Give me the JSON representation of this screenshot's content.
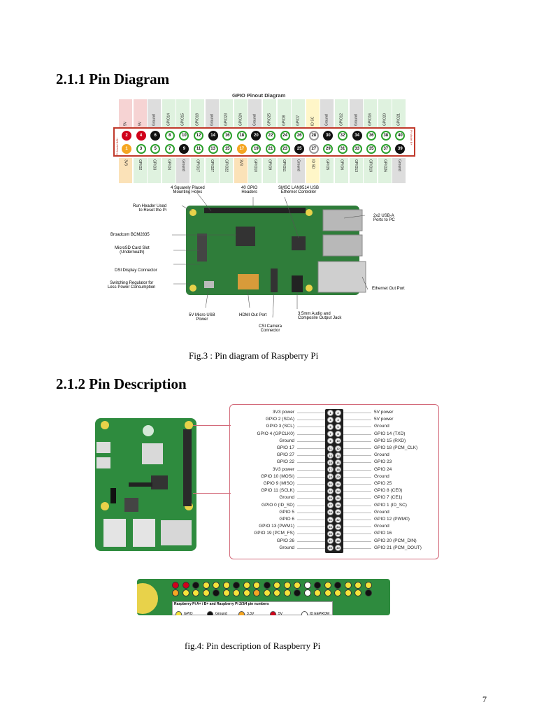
{
  "section1": {
    "heading": "2.1.1 Pin Diagram"
  },
  "fig3": {
    "title": "GPIO Pinout Diagram",
    "caption": "Fig.3 : Pin diagram of Raspberry Pi",
    "header_left_top": "Pi Model B/B+",
    "header_right_bottom": "Pi Model B+",
    "top_labels": [
      "5V",
      "5V",
      "Ground",
      "GPIO14",
      "GPIO15",
      "GPIO18",
      "Ground",
      "GPIO23",
      "GPIO24",
      "Ground",
      "GPIO25",
      "GPIO8",
      "GPIO7",
      "ID SC",
      "Ground",
      "GPIO12",
      "Ground",
      "GPIO16",
      "GPIO20",
      "GPIO21"
    ],
    "bottom_labels": [
      "3V3",
      "GPIO2",
      "GPIO3",
      "GPIO4",
      "Ground",
      "GPIO17",
      "GPIO27",
      "GPIO22",
      "3V3",
      "GPIO10",
      "GPIO9",
      "GPIO11",
      "Ground",
      "ID SD",
      "GPIO5",
      "GPIO6",
      "GPIO13",
      "GPIO19",
      "GPIO26",
      "Ground"
    ],
    "callouts": {
      "holes": "4 Squarely Placed\nMounting Holes",
      "gpio": "40 GPIO\nHeaders",
      "lan": "SMSC LAN9514 USB\nEthernet Controller",
      "run": "Run Header Used\nto Reset the Pi",
      "usb": "2x2 USB-A\nPorts to PC",
      "broadcom": "Broadcom BCM2835",
      "sd": "MicroSD Card Slot\n(Underneath)",
      "dsi": "DSI Display Connector",
      "switching": "Switching Regulator for\nLess Power Consumption",
      "ethernet": "Ethernet Out Port",
      "micro_usb": "5V Micro USB\nPower",
      "hdmi": "HDMI Out Port",
      "audio": "3.5mm Audio and\nComposite Output Jack",
      "csi": "CSI Camera\nConnector"
    }
  },
  "section2": {
    "heading": "2.1.2 Pin Description"
  },
  "fig4": {
    "left_pins": [
      "3V3 power",
      "GPIO 2 (SDA)",
      "GPIO 3 (SCL)",
      "GPIO 4 (GPCLK0)",
      "Ground",
      "GPIO 17",
      "GPIO 27",
      "GPIO 22",
      "3V3 power",
      "GPIO 10 (MOSI)",
      "GPIO 9 (MISO)",
      "GPIO 11 (SCLK)",
      "Ground",
      "GPIO 0 (ID_SD)",
      "GPIO 5",
      "GPIO 6",
      "GPIO 13 (PWM1)",
      "GPIO 19 (PCM_FS)",
      "GPIO 26",
      "Ground"
    ],
    "right_pins": [
      "5V power",
      "5V power",
      "Ground",
      "GPIO 14 (TXD)",
      "GPIO 15 (RXD)",
      "GPIO 18 (PCM_CLK)",
      "Ground",
      "GPIO 23",
      "GPIO 24",
      "Ground",
      "GPIO 25",
      "GPIO 8 (CE0)",
      "GPIO 7 (CE1)",
      "GPIO 1 (ID_SC)",
      "Ground",
      "GPIO 12 (PWM0)",
      "Ground",
      "GPIO 16",
      "GPIO 20 (PCM_DIN)",
      "GPIO 21 (PCM_DOUT)"
    ],
    "legend_title": "Raspberry Pi A+ / B+ and Raspberry Pi 2/3/4 pin numbers",
    "legend": [
      {
        "label": "GPIO",
        "color": "#f5e33b"
      },
      {
        "label": "Ground",
        "color": "#111111"
      },
      {
        "label": "3.3V",
        "color": "#f5a623"
      },
      {
        "label": "5V",
        "color": "#d0021b"
      },
      {
        "label": "ID EEPROM",
        "color": "#ffffff"
      }
    ],
    "caption": "fig.4: Pin description of Raspberry Pi"
  },
  "page_number": "7",
  "colors": {
    "pcb_green": "#2f7d3a",
    "power_red": "#d0021b",
    "ground_black": "#111111",
    "gpio_green": "#2ca02c",
    "border_red": "#c0392b"
  }
}
